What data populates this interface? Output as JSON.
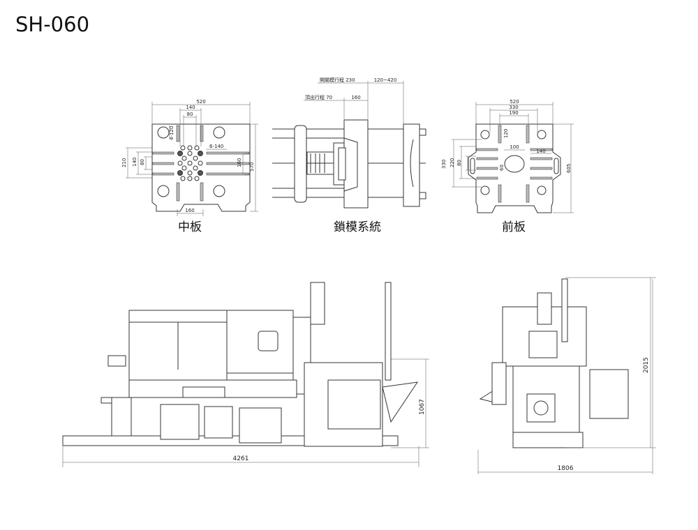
{
  "title": "SH-060",
  "middle_plate": {
    "caption": "中板",
    "dims": {
      "width": "520",
      "d140": "140",
      "d80": "80",
      "holes": "4-120",
      "slots": "6-140",
      "h210": "210",
      "h140": "140",
      "h80": "80",
      "h160": "160",
      "height": "570",
      "bottom160": "160"
    }
  },
  "clamping_system": {
    "caption": "鎖模系統",
    "dims": {
      "open_stroke": "開關模行程 230",
      "range": "120~420",
      "eject_stroke": "頂出行程 70",
      "d160": "160"
    }
  },
  "front_plate": {
    "caption": "前板",
    "dims": {
      "width": "520",
      "d330": "330",
      "d190": "190",
      "d120": "120",
      "d100": "100",
      "d140": "140",
      "h330": "330",
      "h220": "220",
      "h80": "80",
      "d60": "60",
      "height": "605"
    }
  },
  "side_view": {
    "length": "4261",
    "height": "1067"
  },
  "end_view": {
    "width": "1806",
    "height": "2015"
  }
}
